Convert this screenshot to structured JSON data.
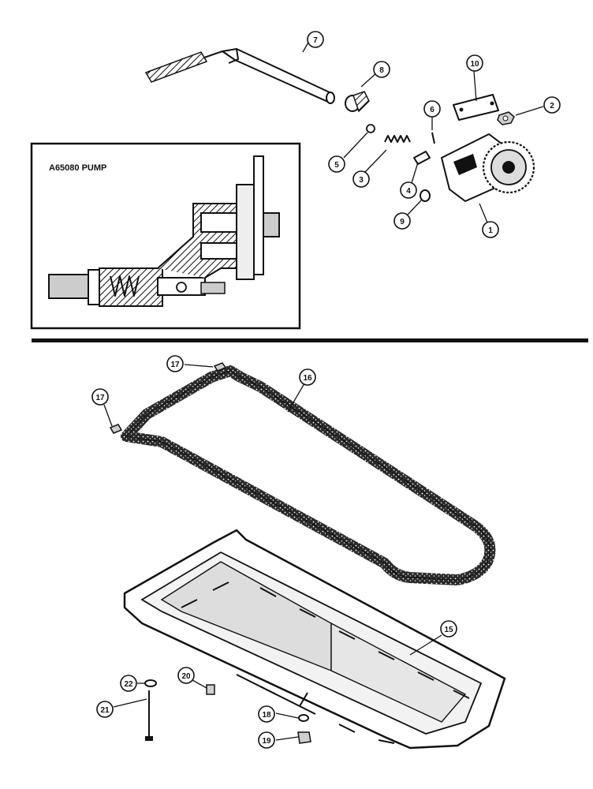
{
  "inset": {
    "title": "A65080 PUMP"
  },
  "callouts": {
    "c1": "1",
    "c2": "2",
    "c3": "3",
    "c4": "4",
    "c5": "5",
    "c6": "6",
    "c7": "7",
    "c8": "8",
    "c9": "9",
    "c10": "10",
    "c15": "15",
    "c16": "16",
    "c17a": "17",
    "c17b": "17",
    "c18": "18",
    "c19": "19",
    "c20": "20",
    "c21": "21",
    "c22": "22"
  }
}
